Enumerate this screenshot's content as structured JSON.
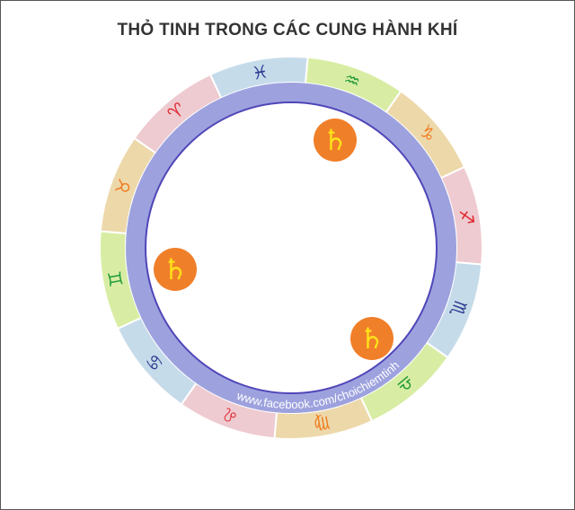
{
  "title": "THỎ TINH TRONG CÁC CUNG HÀNH KHÍ",
  "watermark": "www.facebook.com/choichiemtinh",
  "signs": [
    {
      "name": "pisces",
      "glyph": "♓",
      "bg": "#c6dbea",
      "fg": "#2b3a8f"
    },
    {
      "name": "aquarius",
      "glyph": "♒",
      "bg": "#d8eda3",
      "fg": "#1f9a3a"
    },
    {
      "name": "capricorn",
      "glyph": "♑",
      "bg": "#edd8aa",
      "fg": "#ef7d22"
    },
    {
      "name": "sagittarius",
      "glyph": "♐",
      "bg": "#eecbd0",
      "fg": "#e0262f"
    },
    {
      "name": "scorpio",
      "glyph": "♏",
      "bg": "#c6dbea",
      "fg": "#2b3a8f"
    },
    {
      "name": "libra",
      "glyph": "♎",
      "bg": "#d8eda3",
      "fg": "#1f9a3a"
    },
    {
      "name": "virgo",
      "glyph": "♍",
      "bg": "#edd8aa",
      "fg": "#ef7d22"
    },
    {
      "name": "leo",
      "glyph": "♌",
      "bg": "#eecbd0",
      "fg": "#e0262f"
    },
    {
      "name": "cancer",
      "glyph": "♋",
      "bg": "#c6dbea",
      "fg": "#2b3a8f"
    },
    {
      "name": "gemini",
      "glyph": "♊",
      "bg": "#d8eda3",
      "fg": "#1f9a3a"
    },
    {
      "name": "taurus",
      "glyph": "♉",
      "bg": "#edd8aa",
      "fg": "#ef7d22"
    },
    {
      "name": "aries",
      "glyph": "♈",
      "bg": "#eecbd0",
      "fg": "#e0262f"
    }
  ],
  "saturn": {
    "glyph": "♄",
    "bg": "#f07f2a",
    "fg": "#ffe21a",
    "placements": [
      "aquarius",
      "gemini",
      "libra"
    ]
  },
  "colors": {
    "band": "#9da2de",
    "band_edge": "#5046b8"
  }
}
